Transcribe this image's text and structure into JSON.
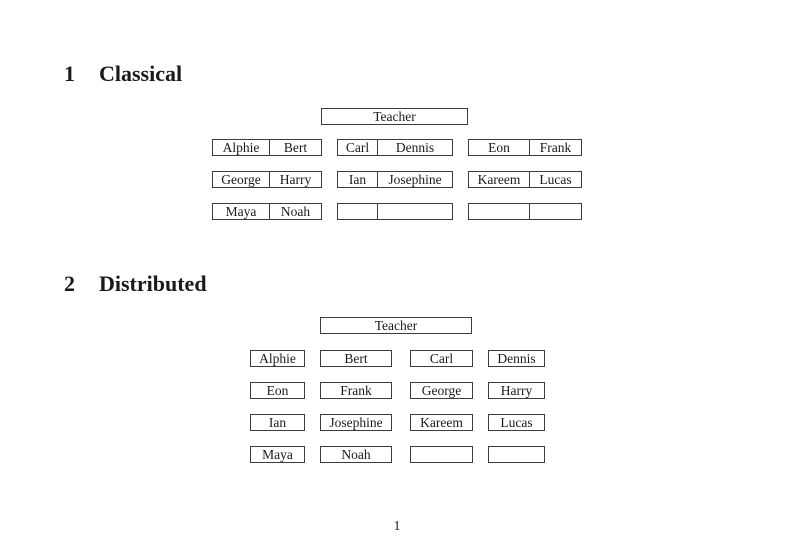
{
  "page": {
    "number": "1"
  },
  "sections": {
    "classical": {
      "number": "1",
      "title": "Classical"
    },
    "distributed": {
      "number": "2",
      "title": "Distributed"
    }
  },
  "classical": {
    "teacher_label": "Teacher",
    "rows": [
      {
        "desks": [
          {
            "cells": [
              "Alphie",
              "Bert"
            ]
          },
          {
            "cells": [
              "Carl",
              "Dennis"
            ]
          },
          {
            "cells": [
              "Eon",
              "Frank"
            ]
          }
        ]
      },
      {
        "desks": [
          {
            "cells": [
              "George",
              "Harry"
            ]
          },
          {
            "cells": [
              "Ian",
              "Josephine"
            ]
          },
          {
            "cells": [
              "Kareem",
              "Lucas"
            ]
          }
        ]
      },
      {
        "desks": [
          {
            "cells": [
              "Maya",
              "Noah"
            ]
          },
          {
            "cells": [
              "",
              ""
            ]
          },
          {
            "cells": [
              "",
              ""
            ]
          }
        ]
      }
    ]
  },
  "distributed": {
    "teacher_label": "Teacher",
    "rows": [
      [
        "Alphie",
        "Bert",
        "Carl",
        "Dennis"
      ],
      [
        "Eon",
        "Frank",
        "George",
        "Harry"
      ],
      [
        "Ian",
        "Josephine",
        "Kareem",
        "Lucas"
      ],
      [
        "Maya",
        "Noah",
        "",
        ""
      ]
    ]
  }
}
